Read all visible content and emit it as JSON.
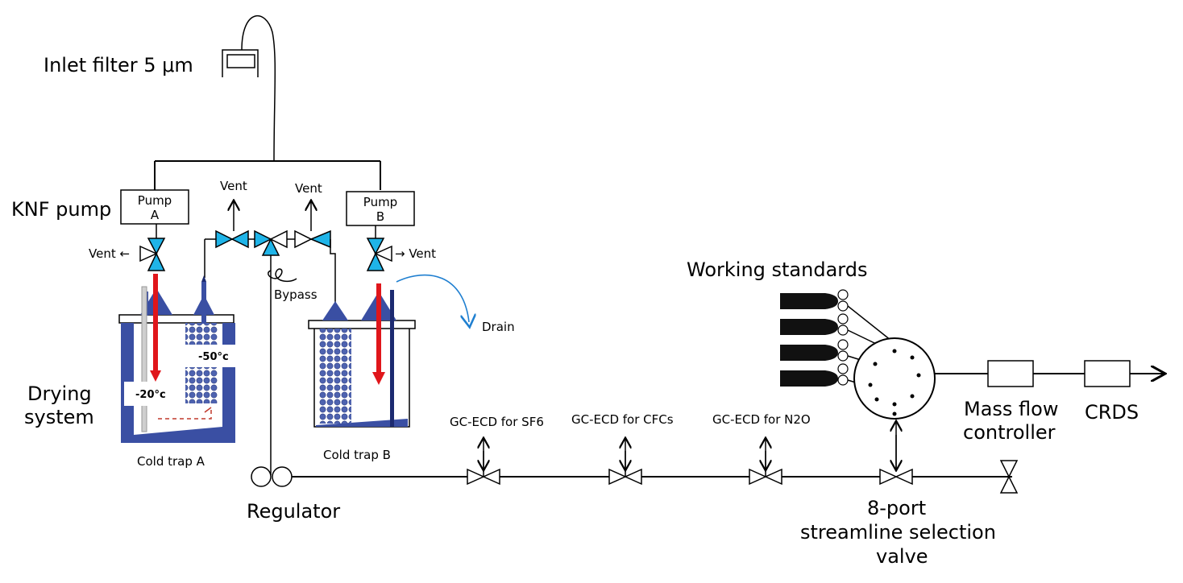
{
  "labels": {
    "inlet_filter": "Inlet filter 5 μm",
    "knf_pump": "KNF pump",
    "pump_a_line1": "Pump",
    "pump_a_line2": "A",
    "pump_b_line1": "Pump",
    "pump_b_line2": "B",
    "vent": "Vent",
    "vent_left": "Vent ←",
    "vent_right": "→ Vent",
    "bypass": "Bypass",
    "drain": "Drain",
    "drying_line1": "Drying",
    "drying_line2": "system",
    "temp_a": "-20°c",
    "temp_mid": "-50°c",
    "cold_trap_a": "Cold trap A",
    "cold_trap_b": "Cold trap B",
    "regulator": "Regulator",
    "gc_sf6": "GC-ECD for SF6",
    "gc_cfcs": "GC-ECD for CFCs",
    "gc_n2o": "GC-ECD for N2O",
    "working_standards": "Working standards",
    "mfc_line1": "Mass flow",
    "mfc_line2": "controller",
    "crds": "CRDS",
    "valve8_line1": "8-port",
    "valve8_line2": "streamline selection",
    "valve8_line3": "valve"
  },
  "colors": {
    "valve_fill": "#1fb4e8",
    "trap_blue": "#3a4fa3",
    "hot_line": "#e0161b",
    "drain_arrow": "#1f7fd0"
  }
}
